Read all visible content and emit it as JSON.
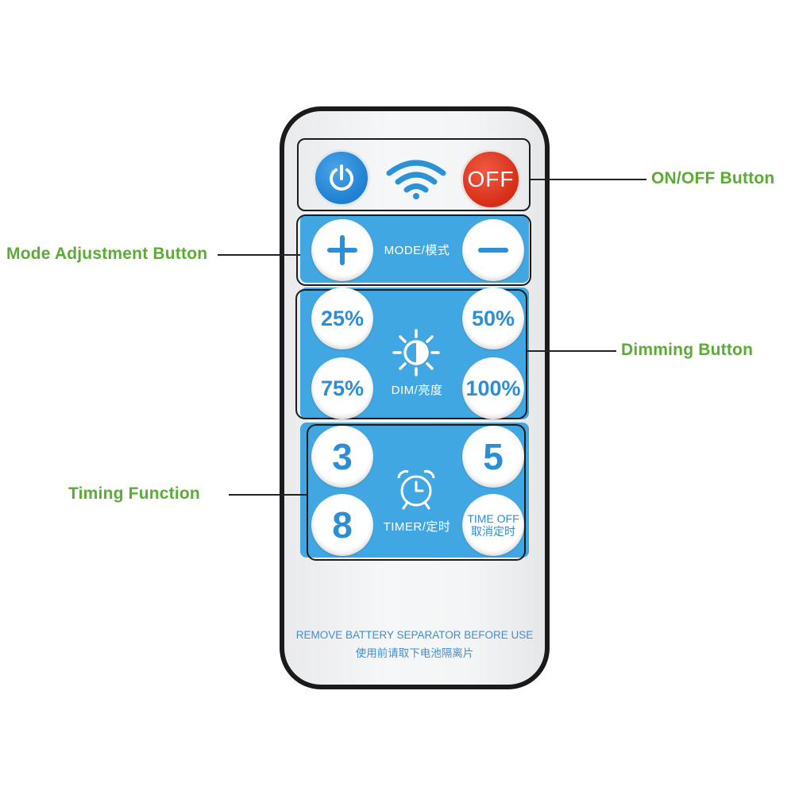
{
  "remote": {
    "off_label": "OFF",
    "mode_label": "MODE/模式",
    "dim_label": "DIM/亮度",
    "timer_label": "TIMER/定时",
    "dim_buttons": [
      "25%",
      "50%",
      "75%",
      "100%"
    ],
    "timer_buttons": [
      "3",
      "5",
      "8"
    ],
    "time_off_line1": "TIME OFF",
    "time_off_line2": "取消定时",
    "footer_en": "REMOVE BATTERY SEPARATOR BEFORE USE",
    "footer_cn": "使用前请取下电池隔离片"
  },
  "callouts": {
    "on_off": "ON/OFF Button",
    "mode": "Mode Adjustment Button",
    "dimming": "Dimming Button",
    "timing": "Timing Function"
  },
  "colors": {
    "panel_blue": "#41a7e3",
    "power_blue": "#1f7fd0",
    "off_red": "#d62d18",
    "callout_green": "#5cab37"
  },
  "icons": [
    "power-icon",
    "wifi-icon",
    "plus-icon",
    "minus-icon",
    "sun-icon",
    "alarm-clock-icon"
  ]
}
